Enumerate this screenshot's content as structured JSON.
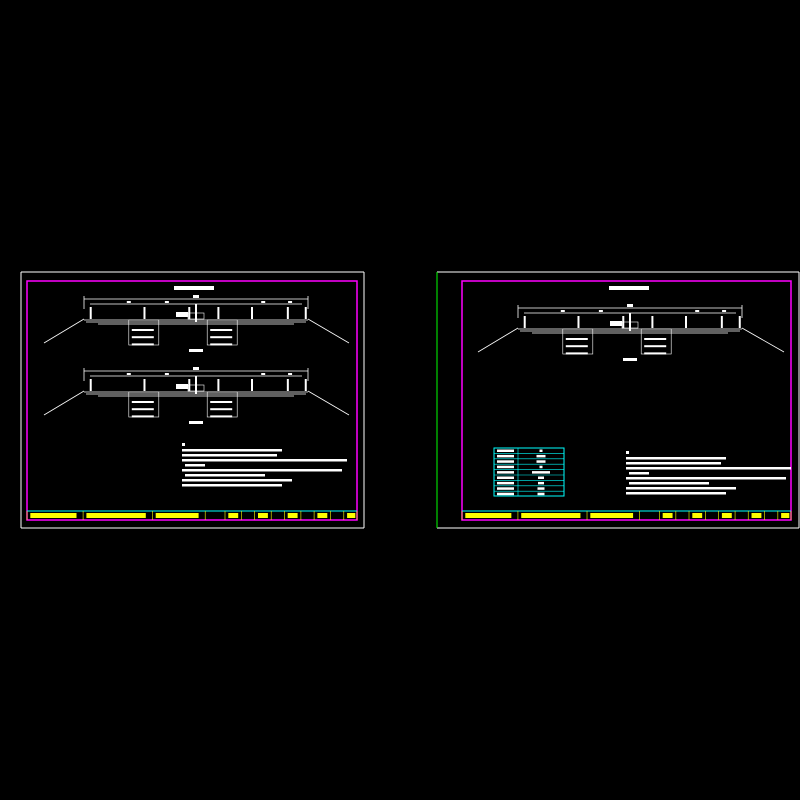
{
  "canvas": {
    "background": "#000000"
  },
  "colors": {
    "sheet_border": "#ffffff",
    "frame": "#ff00ff",
    "title_block_line": "#00ffff",
    "title_block_text": "#ffff00",
    "drawing": "#ffffff",
    "table": "#00ffff",
    "viewport_edge": "#00ff00"
  },
  "sheets": [
    {
      "id": "left",
      "sections": 2,
      "has_table": false
    },
    {
      "id": "right",
      "sections": 1,
      "has_table": true
    }
  ]
}
